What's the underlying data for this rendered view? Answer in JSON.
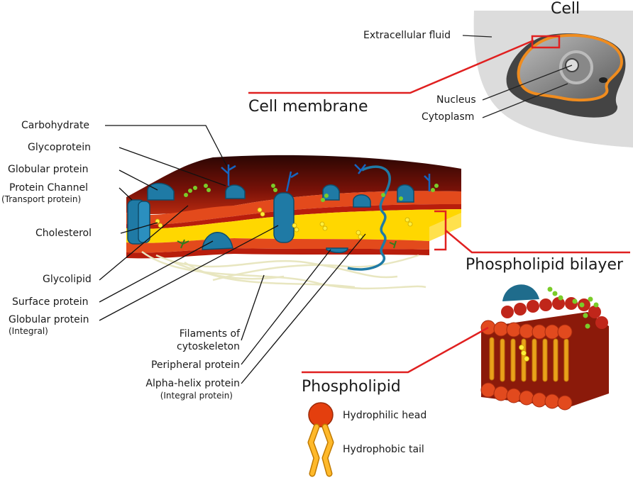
{
  "cell": {
    "title": "Cell",
    "extracellular_fluid": "Extracellular fluid",
    "nucleus": "Nucleus",
    "cytoplasm": "Cytoplasm"
  },
  "membrane": {
    "title": "Cell membrane",
    "carbohydrate": "Carbohydrate",
    "glycoprotein": "Glycoprotein",
    "globular_protein": "Globular protein",
    "protein_channel": "Protein Channel",
    "protein_channel_sub": "(Transport protein)",
    "cholesterol": "Cholesterol",
    "glycolipid": "Glycolipid",
    "surface_protein": "Surface protein",
    "globular_protein_integral": "Globular protein",
    "globular_protein_integral_sub": "(Integral)",
    "filaments_line1": "Filaments of",
    "filaments_line2": "cytoskeleton",
    "peripheral_protein": "Peripheral protein",
    "alpha_helix": "Alpha-helix protein",
    "alpha_helix_sub": "(Integral protein)"
  },
  "bilayer": {
    "title": "Phospholipid bilayer"
  },
  "phospholipid": {
    "title": "Phospholipid",
    "hydrophilic_head": "Hydrophilic head",
    "hydrophobic_tail": "Hydrophobic tail"
  },
  "colors": {
    "membrane_red": "#b81d0c",
    "head_orange": "#e34a1c",
    "core_yellow": "#ffd700",
    "protein_blue": "#1f7aa5",
    "pointer_red": "#e02020"
  }
}
